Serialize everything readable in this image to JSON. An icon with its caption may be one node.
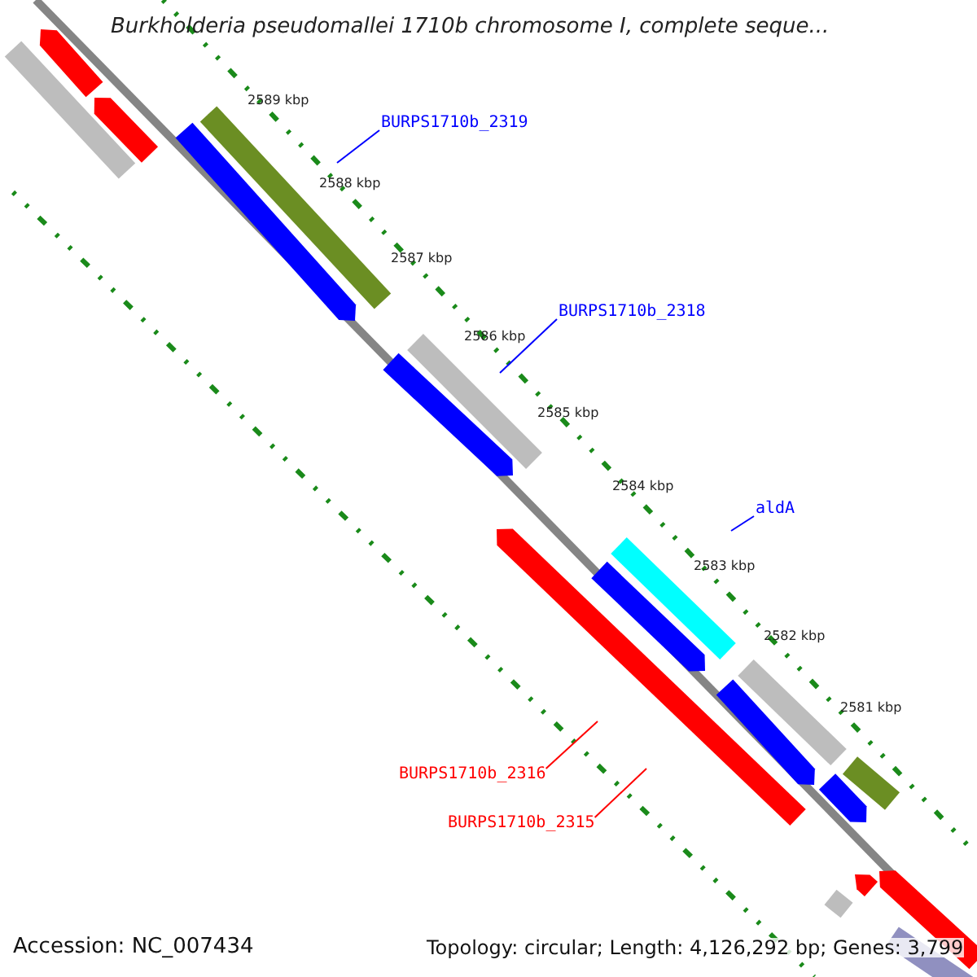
{
  "diagram": {
    "title": "Burkholderia pseudomallei 1710b chromosome I, complete seque...",
    "nodes": [
      {
        "text": [
          "BURPS1710b_2319"
        ]
      },
      {
        "text": [
          "BURPS1710b_2318"
        ]
      },
      {
        "text": [
          "aldA"
        ]
      },
      {
        "text": [
          "BURPS1710b_2316"
        ]
      },
      {
        "text": [
          "BURPS1710b_2315"
        ]
      }
    ],
    "edges": [
      {
        "from": 0,
        "to": null,
        "arrow": "none",
        "color": "#0000ff"
      },
      {
        "from": 1,
        "to": null,
        "arrow": "none",
        "color": "#0000ff"
      },
      {
        "from": 2,
        "to": null,
        "arrow": "none",
        "color": "#0000ff"
      },
      {
        "from": 3,
        "to": null,
        "arrow": "none",
        "color": "#ff0000"
      },
      {
        "from": 4,
        "to": null,
        "arrow": "none",
        "color": "#ff0000"
      }
    ],
    "labels": [
      "2589 kbp",
      "2588 kbp",
      "2587 kbp",
      "2586 kbp",
      "2585 kbp",
      "2584 kbp",
      "2583 kbp",
      "2582 kbp",
      "2581 kbp",
      "Accession: NC_007434",
      "Topology: circular; Length: 4,126,292 bp; Genes: 3,799"
    ]
  }
}
